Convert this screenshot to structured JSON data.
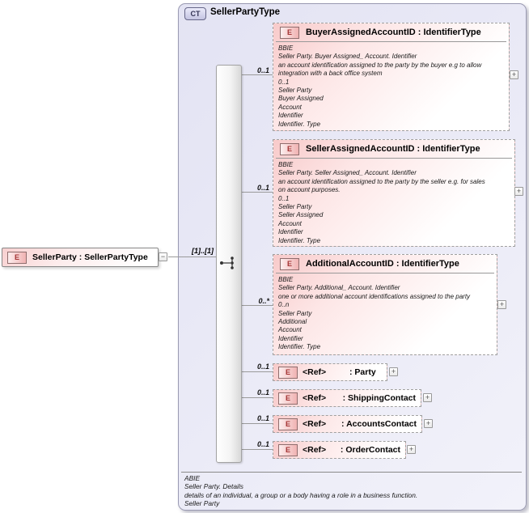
{
  "ui": {
    "plus": "+",
    "minus": "−"
  },
  "container": {
    "badge": "CT",
    "title": "SellerPartyType"
  },
  "root": {
    "badge": "E",
    "label": "SellerParty : SellerPartyType",
    "cardinality": "[1]..[1]"
  },
  "elements": [
    {
      "badge": "E",
      "title": "BuyerAssignedAccountID : IdentifierType",
      "cardinality": "0..1",
      "annotation": [
        "BBIE",
        "Seller Party. Buyer Assigned_ Account. Identifier",
        "an account identification assigned to the party by the buyer e.g to allow",
        "integration with a back office system",
        "0..1",
        "Seller Party",
        "Buyer Assigned",
        "Account",
        "Identifier",
        "Identifier. Type"
      ]
    },
    {
      "badge": "E",
      "title": "SellerAssignedAccountID : IdentifierType",
      "cardinality": "0..1",
      "annotation": [
        "BBIE",
        "Seller Party. Seller Assigned_ Account. Identifier",
        "an account identification assigned to the party by the seller e.g. for sales",
        "on account purposes.",
        "0..1",
        "Seller Party",
        "Seller Assigned",
        "Account",
        "Identifier",
        "Identifier. Type"
      ]
    },
    {
      "badge": "E",
      "title": "AdditionalAccountID : IdentifierType",
      "cardinality": "0..*",
      "annotation": [
        "BBIE",
        "Seller Party. Additional_ Account. Identifier",
        "one or more additional account identifications assigned to the party",
        "0..n",
        "Seller Party",
        "Additional",
        "Account",
        "Identifier",
        "Identifier. Type"
      ]
    }
  ],
  "refs": [
    {
      "badge": "E",
      "ref": "<Ref>",
      "type": ": Party",
      "cardinality": "0..1"
    },
    {
      "badge": "E",
      "ref": "<Ref>",
      "type": ": ShippingContact",
      "cardinality": "0..1"
    },
    {
      "badge": "E",
      "ref": "<Ref>",
      "type": ": AccountsContact",
      "cardinality": "0..1"
    },
    {
      "badge": "E",
      "ref": "<Ref>",
      "type": ": OrderContact",
      "cardinality": "0..1"
    }
  ],
  "footer": {
    "lines": [
      "ABIE",
      "Seller Party. Details",
      "details of an individual, a group or a body having a role in a business function.",
      "Seller Party"
    ]
  }
}
